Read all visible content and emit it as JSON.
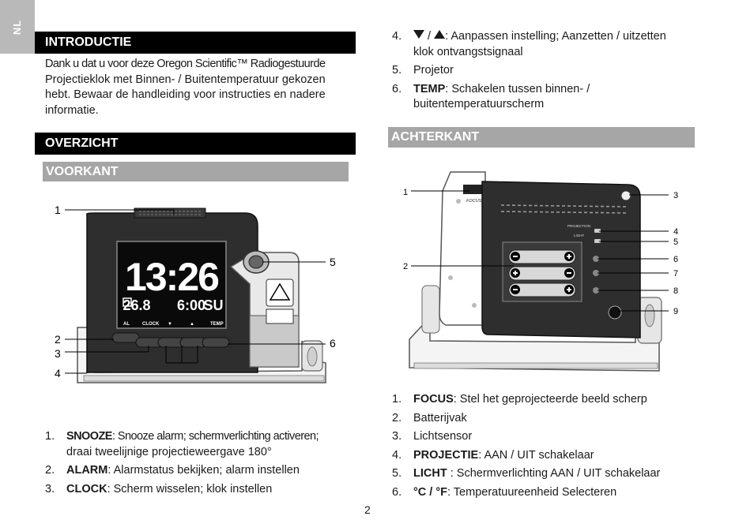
{
  "lang_tab": "NL",
  "sections": {
    "introductie": "INTRODUCTIE",
    "overzicht": "OVERZICHT",
    "voorkant": "VOORKANT",
    "achterkant": "ACHTERKANT"
  },
  "intro_lines": [
    "Dank u dat u voor deze Oregon Scientific™ Radiogestuurde",
    "Projectieklok met Binnen- / Buitentemperatuur gekozen",
    "hebt. Bewaar de handleiding voor instructies en nadere",
    "informatie."
  ],
  "front_callouts": [
    "1",
    "2",
    "3",
    "4",
    "5",
    "6"
  ],
  "display": {
    "time": "13:26",
    "temp": "26.8",
    "alarm_time": "6:00",
    "day": "SU",
    "button_labels": [
      "AL",
      "CLOCK",
      "▼",
      "▲",
      "TEMP"
    ]
  },
  "front_list_left": [
    {
      "num": "1.",
      "bold": "SNOOZE",
      "line1": ": Snooze alarm; schermverlichting activeren;",
      "line2": "draai tweelijnige projectieweergave 180°"
    },
    {
      "num": "2.",
      "bold": "ALARM",
      "line1": ": Alarmstatus bekijken; alarm instellen"
    },
    {
      "num": "3.",
      "bold": "CLOCK",
      "line1": ": Scherm wisselen; klok instellen"
    }
  ],
  "front_list_right": [
    {
      "num": "4.",
      "sep": "/",
      "line1": ": Aanpassen instelling; Aanzetten / uitzetten",
      "line2": "klok ontvangstsignaal"
    },
    {
      "num": "5.",
      "line1": "Projetor"
    },
    {
      "num": "6.",
      "bold": "TEMP",
      "line1": ": Schakelen tussen binnen- /",
      "line2": "buitentemperatuurscherm"
    }
  ],
  "back_callouts": [
    "1",
    "2",
    "3",
    "4",
    "5",
    "6",
    "7",
    "8",
    "9"
  ],
  "back_labels": {
    "focus": "FOCUS",
    "projection": "PROJECTION",
    "light": "LIGHT"
  },
  "back_list": [
    {
      "num": "1.",
      "bold": "FOCUS",
      "text": ": Stel het geprojecteerde beeld scherp"
    },
    {
      "num": "2.",
      "text": "Batterijvak"
    },
    {
      "num": "3.",
      "text": "Lichtsensor"
    },
    {
      "num": "4.",
      "bold": "PROJECTIE",
      "text": ": AAN / UIT schakelaar"
    },
    {
      "num": "5.",
      "bold": "LICHT",
      "text": " : Schermverlichting AAN / UIT schakelaar"
    },
    {
      "num": "6.",
      "bold": "°C  / °F",
      "text": ": Temperatuureenheid Selecteren"
    }
  ],
  "page_number": "2"
}
